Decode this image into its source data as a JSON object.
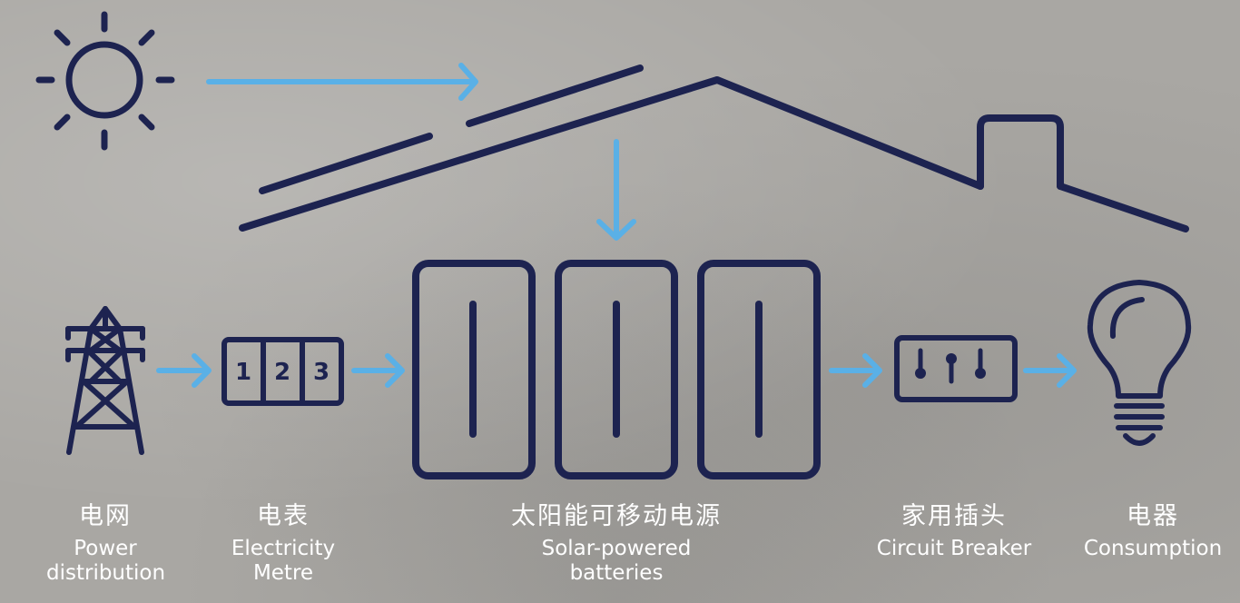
{
  "colors": {
    "background": "#a9a7a3",
    "line_dark": "#1d2350",
    "arrow_blue": "#5ab0e6",
    "text": "#ffffff"
  },
  "icons": [
    "sun-icon",
    "roof-icon",
    "chimney-icon",
    "power-tower-icon",
    "electricity-meter-icon",
    "battery-icon",
    "circuit-breaker-icon",
    "light-bulb-icon",
    "arrow-right-icon",
    "arrow-down-icon"
  ],
  "meter": {
    "digits": [
      "1",
      "2",
      "3"
    ]
  },
  "labels": {
    "grid": {
      "zh": "电网",
      "en": "Power distribution"
    },
    "meter": {
      "zh": "电表",
      "en": "Electricity Metre"
    },
    "batteries": {
      "zh": "太阳能可移动电源",
      "en": "Solar-powered batteries"
    },
    "breaker": {
      "zh": "家用插头",
      "en": "Circuit Breaker"
    },
    "appliance": {
      "zh": "电器",
      "en": "Consumption"
    }
  }
}
